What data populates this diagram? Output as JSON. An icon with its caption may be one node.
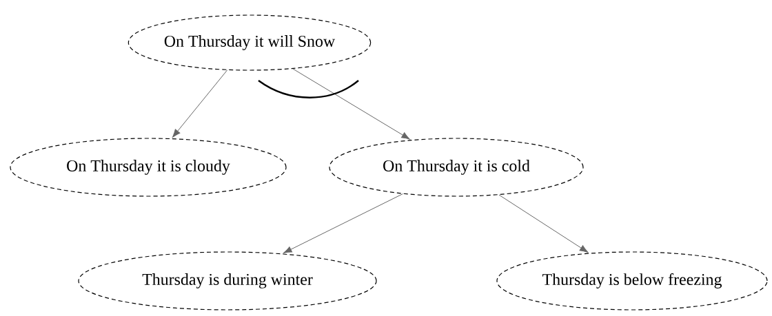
{
  "diagram": {
    "nodes": [
      {
        "text": [
          "On Thursday it will Snow"
        ]
      },
      {
        "text": [
          "On Thursday it is cloudy"
        ]
      },
      {
        "text": [
          "On Thursday it is cold"
        ]
      },
      {
        "text": [
          "Thursday is during winter"
        ]
      },
      {
        "text": [
          "Thursday is below freezing"
        ]
      }
    ],
    "edges": [
      {
        "from": 0,
        "to": 1,
        "arrow": "to"
      },
      {
        "from": 0,
        "to": 2,
        "arrow": "to"
      },
      {
        "from": 2,
        "to": 3,
        "arrow": "to"
      },
      {
        "from": 2,
        "to": 4,
        "arrow": "to"
      }
    ]
  }
}
